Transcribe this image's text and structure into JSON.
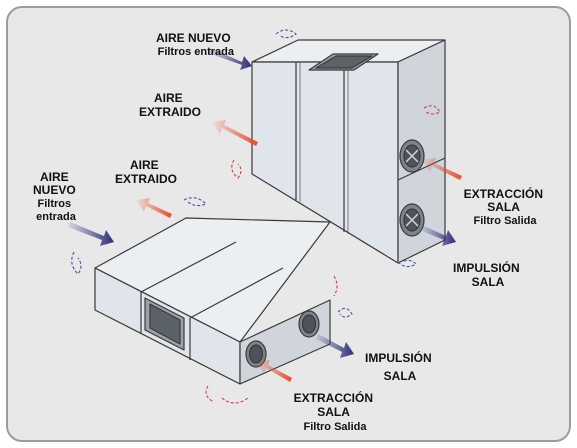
{
  "colors": {
    "background": "#e8e8e8",
    "frame_border": "#9c9c9c",
    "panel_light": "#dfe5ea",
    "panel_top": "#eceff2",
    "panel_side": "#cfd5da",
    "edge": "#3a3a3a",
    "arrow_blue": "#2e2d7a",
    "arrow_red": "#e84b2c",
    "swirl_blue": "#4a4fa8",
    "swirl_red": "#d83a3a"
  },
  "icons": {
    "fresh_air_arrow": "arrow-right-blue",
    "exhaust_arrow": "arrow-red",
    "airflow_swirl": "dashed-swirl"
  },
  "top_unit": {
    "fresh_air": {
      "line1": "AIRE NUEVO",
      "line2": "Filtros entrada"
    },
    "exhaust": {
      "line1": "AIRE",
      "line2": "EXTRAIDO"
    },
    "room_extraction": {
      "line1": "EXTRACCIÓN",
      "line2": "SALA",
      "line3": "Filtro Salida"
    },
    "room_supply": {
      "line1": "IMPULSIÓN",
      "line2": "SALA"
    }
  },
  "bottom_unit": {
    "fresh_air": {
      "line1": "AIRE",
      "line2": "NUEVO",
      "line3": "Filtros",
      "line4": "entrada"
    },
    "exhaust": {
      "line1": "AIRE",
      "line2": "EXTRAIDO"
    },
    "room_supply": {
      "line1": "IMPULSIÓN",
      "line2": "SALA"
    },
    "room_extraction": {
      "line1": "EXTRACCIÓN",
      "line2": "SALA",
      "line3": "Filtro Salida"
    }
  }
}
